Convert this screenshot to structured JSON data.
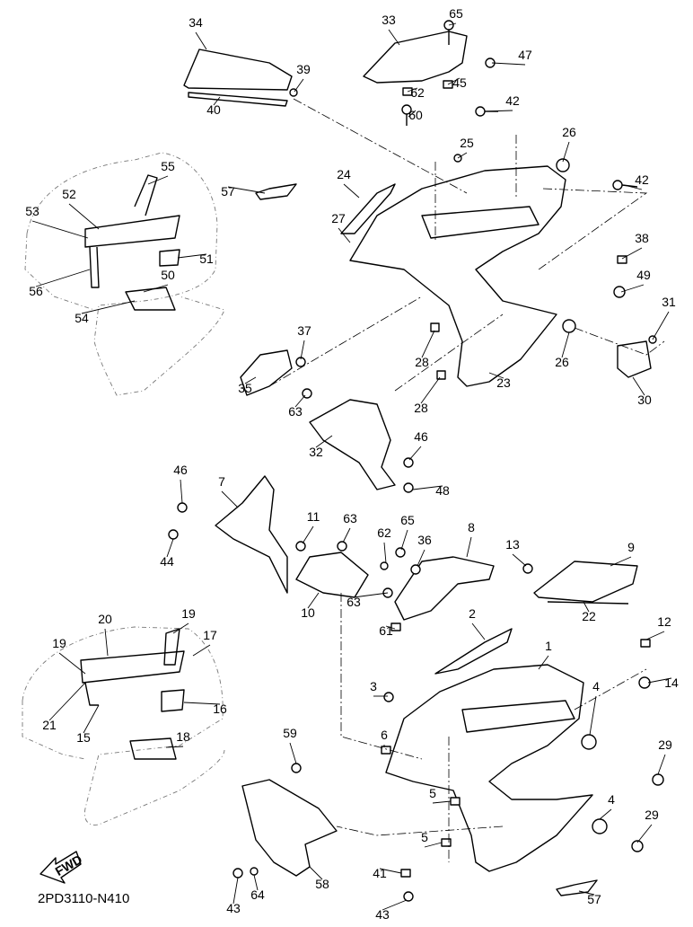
{
  "diagram": {
    "figure_code": "2PD3110-N410",
    "fwd_label": "FWD",
    "callouts": [
      "34",
      "33",
      "65",
      "47",
      "39",
      "62",
      "45",
      "40",
      "60",
      "42",
      "25",
      "26",
      "55",
      "24",
      "42",
      "57",
      "52",
      "53",
      "27",
      "38",
      "51",
      "50",
      "49",
      "56",
      "54",
      "31",
      "37",
      "26",
      "28",
      "35",
      "63",
      "23",
      "30",
      "28",
      "46",
      "32",
      "48",
      "46",
      "7",
      "11",
      "63",
      "65",
      "8",
      "44",
      "62",
      "36",
      "13",
      "9",
      "10",
      "63",
      "22",
      "2",
      "12",
      "20",
      "19",
      "17",
      "19",
      "61",
      "1",
      "3",
      "14",
      "16",
      "4",
      "21",
      "15",
      "18",
      "6",
      "29",
      "59",
      "5",
      "4",
      "29",
      "5",
      "41",
      "58",
      "57",
      "43",
      "64",
      "43"
    ]
  }
}
